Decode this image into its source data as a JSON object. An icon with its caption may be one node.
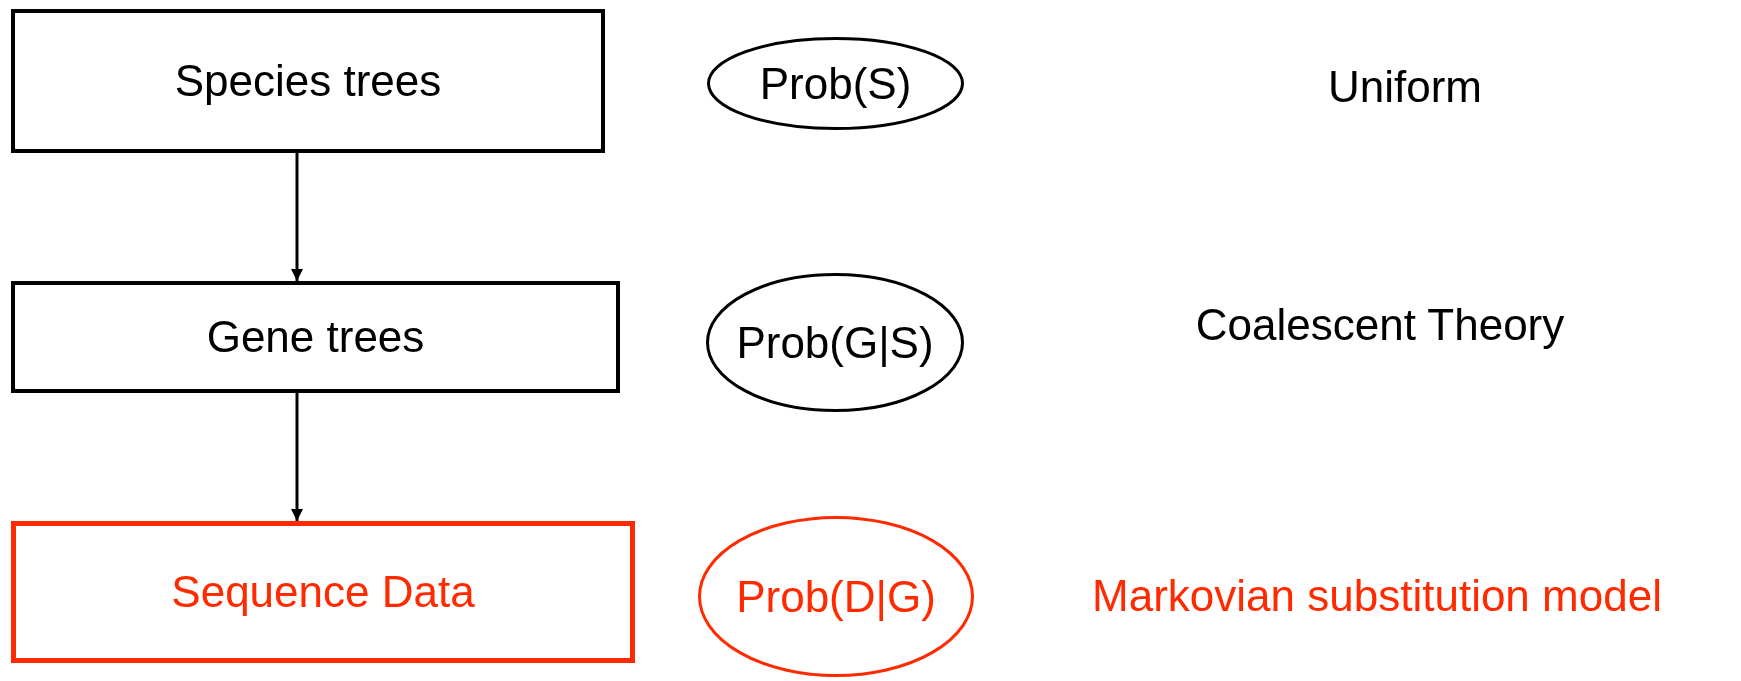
{
  "diagram": {
    "nodes": [
      {
        "text": [
          "Species trees"
        ]
      },
      {
        "text": [
          "Prob(S)"
        ]
      },
      {
        "text": [
          "Gene trees"
        ]
      },
      {
        "text": [
          "Prob(G|S)"
        ]
      },
      {
        "text": [
          "Sequence Data"
        ]
      },
      {
        "text": [
          "Prob(D|G)"
        ]
      }
    ],
    "edges": [
      {
        "from": 0,
        "to": 2,
        "arrow": "to"
      },
      {
        "from": 2,
        "to": 4,
        "arrow": "to"
      }
    ],
    "labels": [
      "Uniform",
      "Coalescent Theory",
      "Markovian substitution model"
    ]
  }
}
